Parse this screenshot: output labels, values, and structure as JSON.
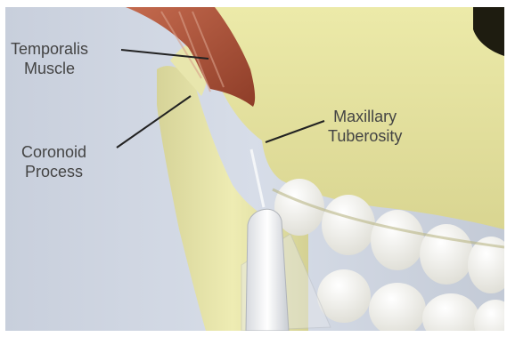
{
  "labels": {
    "temporalis": {
      "line1": "Temporalis",
      "line2": "Muscle"
    },
    "coronoid": {
      "line1": "Coronoid",
      "line2": "Process"
    },
    "maxillary": {
      "line1": "Maxillary",
      "line2": "Tuberosity"
    }
  },
  "colors": {
    "background": "#cfd6e2",
    "bone": "#e9e6a4",
    "muscle": "#b4563c",
    "teeth": "#f4f3ee",
    "label_text": "#444444",
    "leader_line": "#222222"
  }
}
